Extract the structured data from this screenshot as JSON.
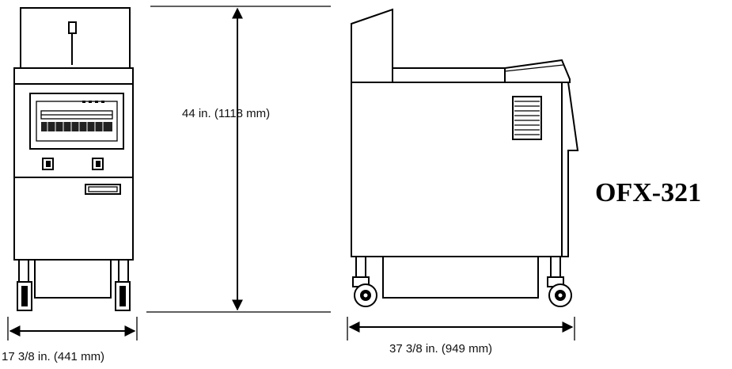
{
  "dimensions": {
    "height": "44 in. (1118 mm)",
    "front_width": "17 3/8 in. (441 mm)",
    "side_depth": "37 3/8 in. (949 mm)"
  },
  "model": "OFX-321"
}
